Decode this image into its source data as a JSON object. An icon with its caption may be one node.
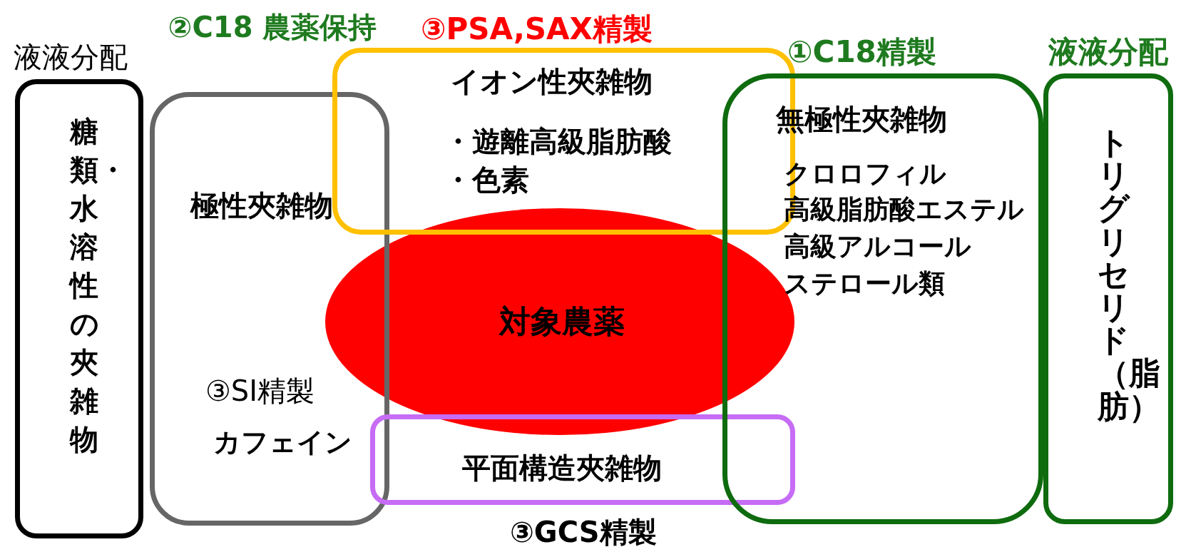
{
  "diagram": {
    "nodes": [
      {
        "text": [
          "液液分配",
          "糖類・水溶性の夾雑物"
        ]
      },
      {
        "text": [
          "②C18 農薬保持",
          "極性夾雑物",
          "③SI精製",
          "カフェイン"
        ]
      },
      {
        "text": [
          "③PSA,SAX精製",
          "イオン性夾雑物",
          "・遊離高級脂肪酸",
          "・色素"
        ]
      },
      {
        "text": [
          "対象農薬"
        ]
      },
      {
        "text": [
          "平面構造夾雑物",
          "③GCS精製"
        ]
      },
      {
        "text": [
          "①C18精製",
          "無極性夾雑物",
          "クロロフィル",
          "高級脂肪酸エステル",
          "高級アルコール",
          "ステロール類"
        ]
      },
      {
        "text": [
          "液液分配",
          "トリグリセリド（脂肪）"
        ]
      }
    ],
    "edges": []
  }
}
